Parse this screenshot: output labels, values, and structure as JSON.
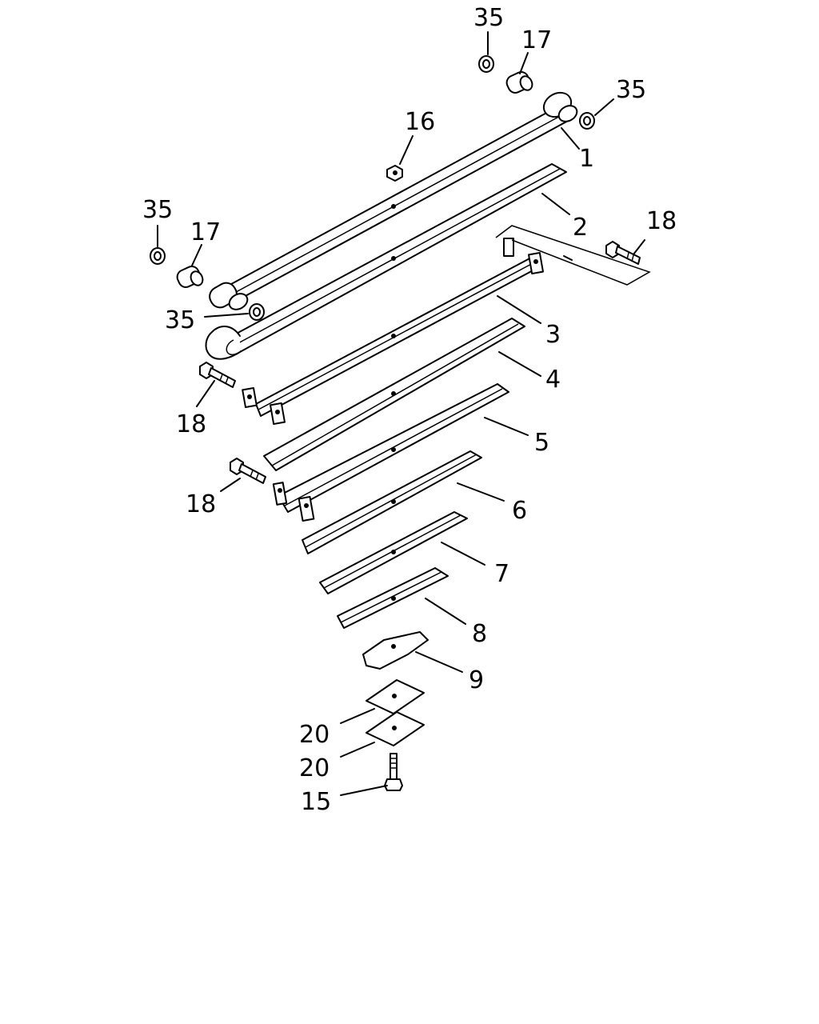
{
  "labels": {
    "n35_top": "35",
    "n17_top": "17",
    "n35_right": "35",
    "n16": "16",
    "n1": "1",
    "n2": "2",
    "n18_right": "18",
    "n35_left": "35",
    "n17_left": "17",
    "n35_mid": "35",
    "n3": "3",
    "n4": "4",
    "n18_left": "18",
    "n5": "5",
    "n18_lower": "18",
    "n6": "6",
    "n7": "7",
    "n8": "8",
    "n9": "9",
    "n20_a": "20",
    "n20_b": "20",
    "n15": "15"
  },
  "colors": {
    "ink": "#000000",
    "background": "#ffffff"
  }
}
